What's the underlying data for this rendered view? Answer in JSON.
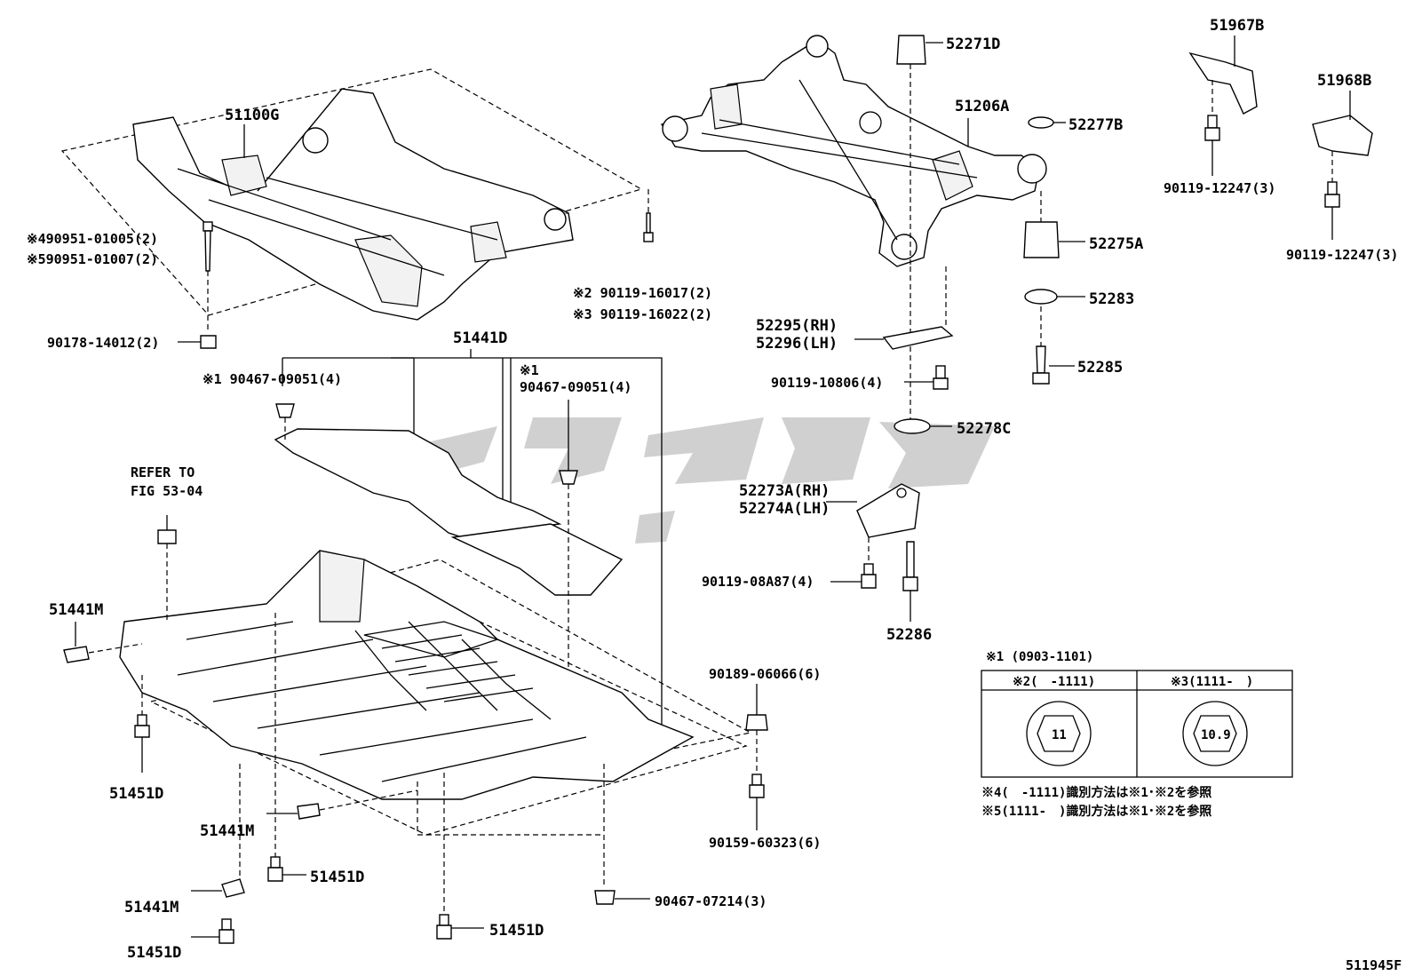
{
  "diagram": {
    "labels": {
      "p51100G": "51100G",
      "p90951_01005": "※490951-01005(2)",
      "p90951_01007": "※590951-01007(2)",
      "p90178": "90178-14012(2)",
      "p90119_16017": "※2 90119-16017(2)",
      "p90119_16022": "※3 90119-16022(2)",
      "p51441D": "51441D",
      "p90467_09051_a": "※1 90467-09051(4)",
      "p90467_09051_b_mark": "※1",
      "p90467_09051_b": "90467-09051(4)",
      "refer1": "REFER TO",
      "refer2": "FIG 53-04",
      "p51441M_a": "51441M",
      "p51451D_a": "51451D",
      "p51441M_b": "51441M",
      "p51451D_b": "51451D",
      "p51441M_c": "51441M",
      "p51451D_c": "51451D",
      "p51451D_d": "51451D",
      "p90467_07214": "90467-07214(3)",
      "p90189": "90189-06066(6)",
      "p90159": "90159-60323(6)",
      "p52271D": "52271D",
      "p51206A": "51206A",
      "p52277B": "52277B",
      "p52275A": "52275A",
      "p52283": "52283",
      "p52285": "52285",
      "p52295": "52295(RH)",
      "p52296": "52296(LH)",
      "p90119_10806": "90119-10806(4)",
      "p52278C": "52278C",
      "p52273A": "52273A(RH)",
      "p52274A": "52274A(LH)",
      "p90119_08A87": "90119-08A87(4)",
      "p52286": "52286",
      "p51967B": "51967B",
      "p90119_12247_a": "90119-12247(3)",
      "p51968B": "51968B",
      "p90119_12247_b": "90119-12247(3)"
    },
    "legend": {
      "title": "※1 (0903-1101)",
      "col1": "※2(　-1111)",
      "col2": "※3(1111-　)",
      "bolt1": "11",
      "bolt2": "10.9",
      "note4": "※4(　-1111)識別方法は※1･※2を参照",
      "note5": "※5(1111-　)識別方法は※1･※2を参照"
    },
    "figure_code": "511945F"
  }
}
